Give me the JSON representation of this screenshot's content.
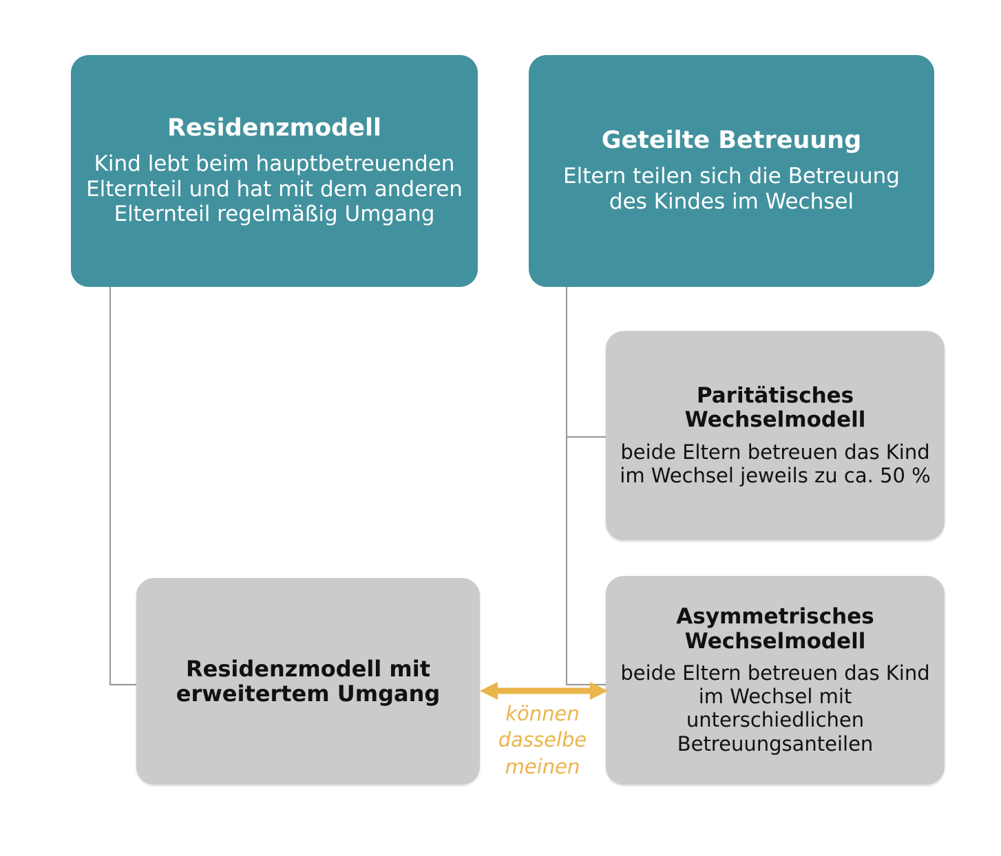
{
  "diagram": {
    "colors": {
      "primary_teal": "#42919e",
      "node_gray": "#cbcbcb",
      "accent_yellow": "#eab54a",
      "connector_gray": "#9b9b9b",
      "background": "#ffffff",
      "teal_text": "#ffffff",
      "gray_text": "#111111"
    },
    "nodes": [
      {
        "id": "residenzmodell",
        "title": "Residenzmodell",
        "desc": "Kind lebt beim hauptbetreuenden Elternteil und hat mit dem anderen Elternteil regelmäßig Umgang",
        "style": "teal"
      },
      {
        "id": "geteilte-betreuung",
        "title": "Geteilte Betreuung",
        "desc": "Eltern teilen sich die Betreuung des Kindes im Wechsel",
        "style": "teal"
      },
      {
        "id": "paritaetisches",
        "title": "Paritätisches Wechselmodell",
        "desc": "beide Eltern betreuen das Kind im Wechsel jeweils zu ca. 50 %",
        "style": "gray"
      },
      {
        "id": "asymmetrisches",
        "title": "Asymmetrisches Wechselmodell",
        "desc": "beide Eltern betreuen das Kind im Wechsel mit unterschiedlichen Betreuungsanteilen",
        "style": "gray"
      },
      {
        "id": "residenz-erweitert",
        "title": "Residenzmodell mit erweitertem Umgang",
        "desc": "",
        "style": "gray"
      }
    ],
    "relation": {
      "arrow_type": "double-headed-horizontal",
      "label_lines": [
        "können",
        "dasselbe",
        "meinen"
      ],
      "from": "residenz-erweitert",
      "to": "asymmetrisches"
    },
    "edges": [
      {
        "from": "residenzmodell",
        "to": "residenz-erweitert"
      },
      {
        "from": "geteilte-betreuung",
        "to": "paritaetisches"
      },
      {
        "from": "geteilte-betreuung",
        "to": "asymmetrisches"
      }
    ]
  }
}
